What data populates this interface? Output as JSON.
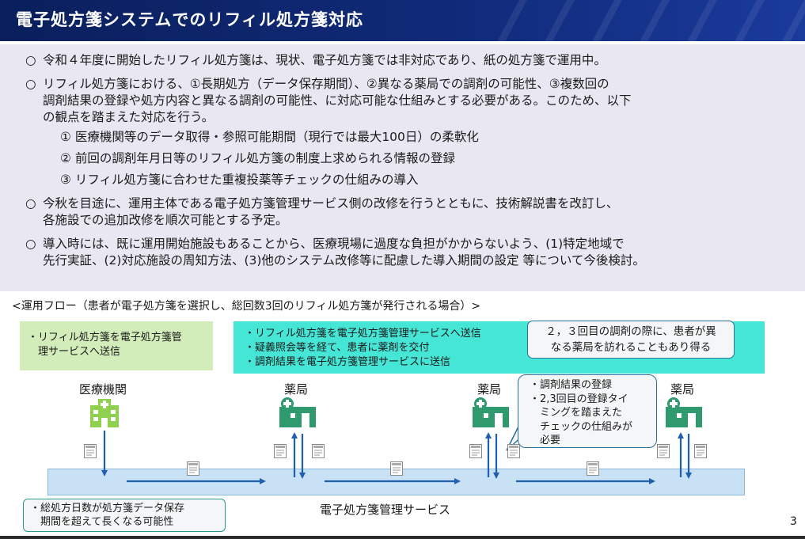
{
  "header": {
    "title": "電子処方箋システムでのリフィル処方箋対応"
  },
  "bullets": {
    "mark": "○",
    "b1": "令和４年度に開始したリフィル処方箋は、現状、電子処方箋では非対応であり、紙の処方箋で運用中。",
    "b2": {
      "line1": "リフィル処方箋における、①長期処方（データ保存期間）、②異なる薬局での調剤の可能性、③複数回の",
      "line2": "調剤結果の登録や処方内容と異なる調剤の可能性、に対応可能な仕組みとする必要がある。このため、以下",
      "line3": "の観点を踏まえた対応を行う。",
      "sub1": "① 医療機関等のデータ取得・参照可能期間（現行では最大100日）の柔軟化",
      "sub2": "② 前回の調剤年月日等のリフィル処方箋の制度上求められる情報の登録",
      "sub3": "③ リフィル処方箋に合わせた重複投薬等チェックの仕組みの導入"
    },
    "b3": {
      "line1": "今秋を目途に、運用主体である電子処方箋管理サービス側の改修を行うとともに、技術解説書を改訂し、",
      "line2": "各施設での追加改修を順次可能とする予定。"
    },
    "b4": {
      "line1": "導入時には、既に運用開始施設もあることから、医療現場に過度な負担がかからないよう、(1)特定地域で",
      "line2": "先行実証、(2)対応施設の周知方法、(3)他のシステム改修等に配慮した導入期間の設定 等について今後検討。"
    }
  },
  "flow": {
    "caption": "<運用フロー（患者が電子処方箋を選択し、総回数3回のリフィル処方箋が発行される場合）>",
    "green_box": {
      "line1": "・リフィル処方箋を電子処方箋管",
      "line2": "　理サービスへ送信"
    },
    "teal_box": {
      "line1": "・リフィル処方箋を電子処方箋管理サービスへ送信",
      "line2": "・疑義照会等を経て、患者に薬剤を交付",
      "line3": "・調剤結果を電子処方箋管理サービスに送信"
    },
    "callout_top": {
      "line1": "２，３回目の調剤の際に、患者が異",
      "line2": "なる薬局を訪れることもあり得る"
    },
    "callout_mid": {
      "line1": "・調剤結果の登録",
      "line2": "・2,3回目の登録タイ",
      "line3": "　ミングを踏まえた",
      "line4": "　チェックの仕組みが",
      "line5": "　必要"
    },
    "nodes": {
      "hospital": "医療機関",
      "pharmacy1": "薬局",
      "pharmacy2": "薬局",
      "pharmacy3": "薬局"
    },
    "service_label": "電子処方箋管理サービス",
    "bottom_note": {
      "line1": "・総処方日数が処方箋データ保存",
      "line2": "　期間を超えて長くなる可能性"
    }
  },
  "page_number": "3",
  "colors": {
    "header_bg": "#0a1f5c",
    "info_bg": "#e9e7f1",
    "green_box": "#d2edba",
    "teal_box": "#46e6d6",
    "service_bar": "#c8e1f5",
    "arrow": "#1f5fae",
    "icon_green": "#2e9a6e"
  }
}
